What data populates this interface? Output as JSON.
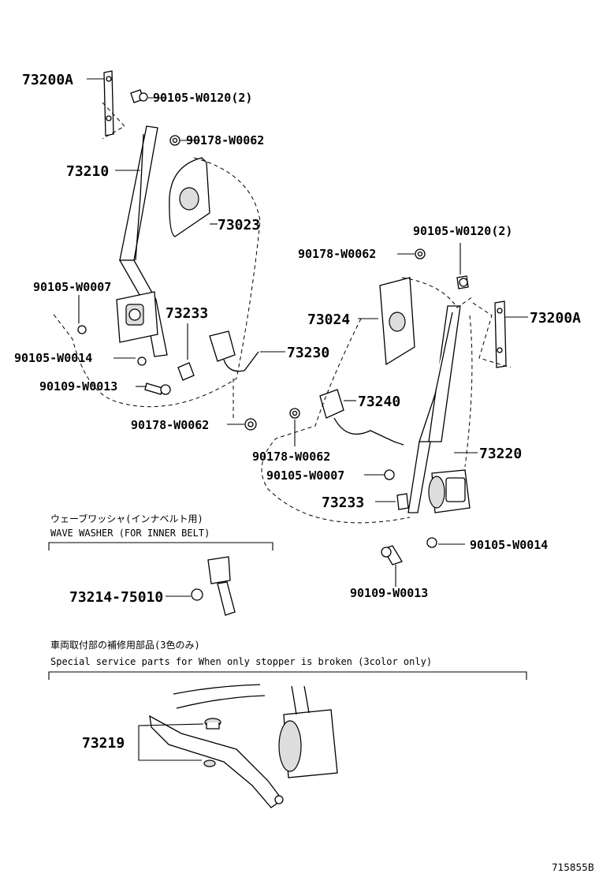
{
  "labels": {
    "l_73200A_left": "73200A",
    "l_90105_W0120_top": "90105-W0120(2)",
    "l_90178_W0062_top": "90178-W0062",
    "l_73210": "73210",
    "l_73023": "73023",
    "l_90105_W0007_left": "90105-W0007",
    "l_73233_left": "73233",
    "l_90105_W0014_left": "90105-W0014",
    "l_73230": "73230",
    "l_90109_W0013_left": "90109-W0013",
    "l_90178_W0062_left_low": "90178-W0062",
    "l_90105_W0120_right": "90105-W0120(2)",
    "l_90178_W0062_right_top": "90178-W0062",
    "l_73024": "73024",
    "l_73200A_right": "73200A",
    "l_73240": "73240",
    "l_90178_W0062_right_mid": "90178-W0062",
    "l_73220": "73220",
    "l_90105_W0007_right": "90105-W0007",
    "l_73233_right": "73233",
    "l_90105_W0014_right": "90105-W0014",
    "l_90109_W0013_right": "90109-W0013",
    "l_73214_75010": "73214-75010",
    "l_73219": "73219"
  },
  "notes": {
    "wave_washer_jp": "ウェーブワッシャ(インナベルト用)",
    "wave_washer_en": "WAVE WASHER (FOR INNER BELT)",
    "service_parts_jp": "車両取付部の補修用部品(3色のみ)",
    "service_parts_en": "Special  service  parts  for  When  only  stopper  is  broken  (3color  only)"
  },
  "diagram_code": "715855B",
  "icons": {
    "seat_belt_retractor": "retractor-icon",
    "bolt": "bolt-icon",
    "nut": "nut-icon",
    "buckle": "buckle-icon"
  }
}
